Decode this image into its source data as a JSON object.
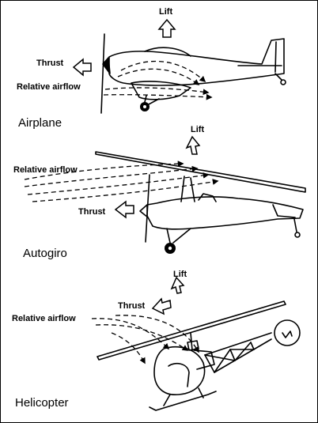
{
  "panels": [
    {
      "caption": "Airplane",
      "labels": {
        "lift": "Lift",
        "thrust": "Thrust",
        "relative_airflow": "Relative airflow"
      }
    },
    {
      "caption": "Autogiro",
      "labels": {
        "lift": "Lift",
        "thrust": "Thrust",
        "relative_airflow": "Relative airflow"
      }
    },
    {
      "caption": "Helicopter",
      "labels": {
        "lift": "Lift",
        "thrust": "Thrust",
        "relative_airflow": "Relative airflow"
      }
    }
  ],
  "colors": {
    "ink": "#000000",
    "background": "#ffffff"
  },
  "icons": [
    "lift-arrow-icon",
    "thrust-arrow-icon",
    "airflow-arrow-icon"
  ]
}
